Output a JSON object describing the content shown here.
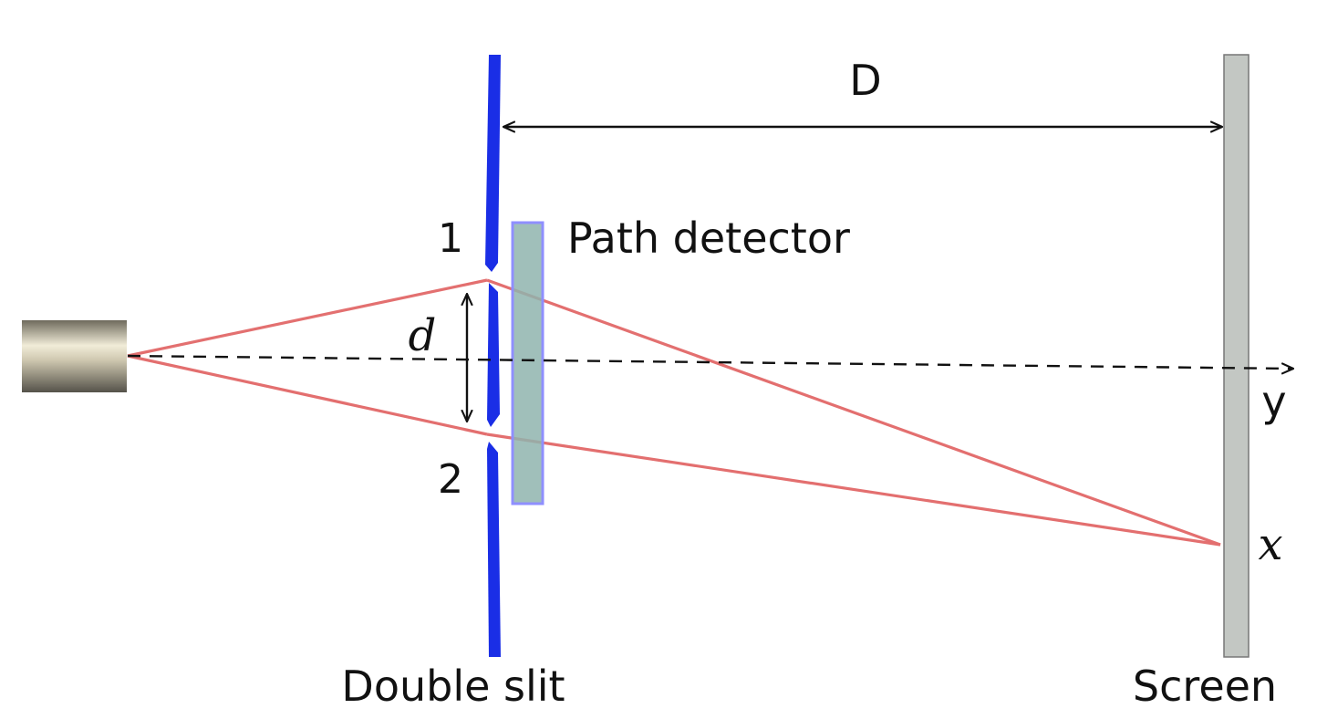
{
  "labels": {
    "distance": "D",
    "slit_spacing": "d",
    "slit_1": "1",
    "slit_2": "2",
    "path_detector": "Path detector",
    "axis_y": "y",
    "screen_position": "x",
    "double_slit": "Double slit",
    "screen": "Screen"
  },
  "colors": {
    "slit": "#1a2ee6",
    "ray": "#e06060",
    "detector_fill": "#8fb4ae",
    "detector_border": "#8f8fff",
    "screen": "#c3c7c3",
    "screen_border": "#777777"
  }
}
